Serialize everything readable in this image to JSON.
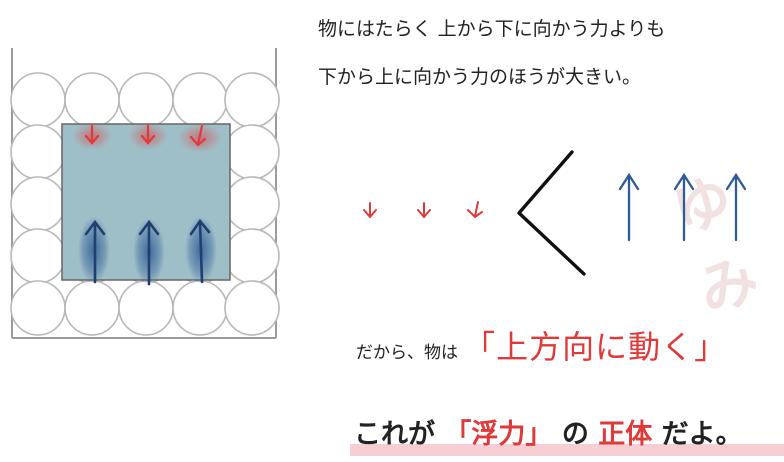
{
  "text": {
    "line1": "物にはたらく 上から下に向かう力よりも",
    "line2": "下から上に向かう力のほうが大きい。",
    "line3_prefix": "だから、物は",
    "line3_emphasis": "「上方向に動く」",
    "line4_a": "これが",
    "line4_b": "「浮力」",
    "line4_c": "の",
    "line4_d": "正体",
    "line4_e": "だよ。"
  },
  "watermark": "ゆみ",
  "colors": {
    "red": "#e0393a",
    "blue": "#2f5c96",
    "box_fill": "#9fbfc8",
    "highlight": "#f6c6cb"
  },
  "arrow_counts": {
    "down": 3,
    "up": 3
  }
}
